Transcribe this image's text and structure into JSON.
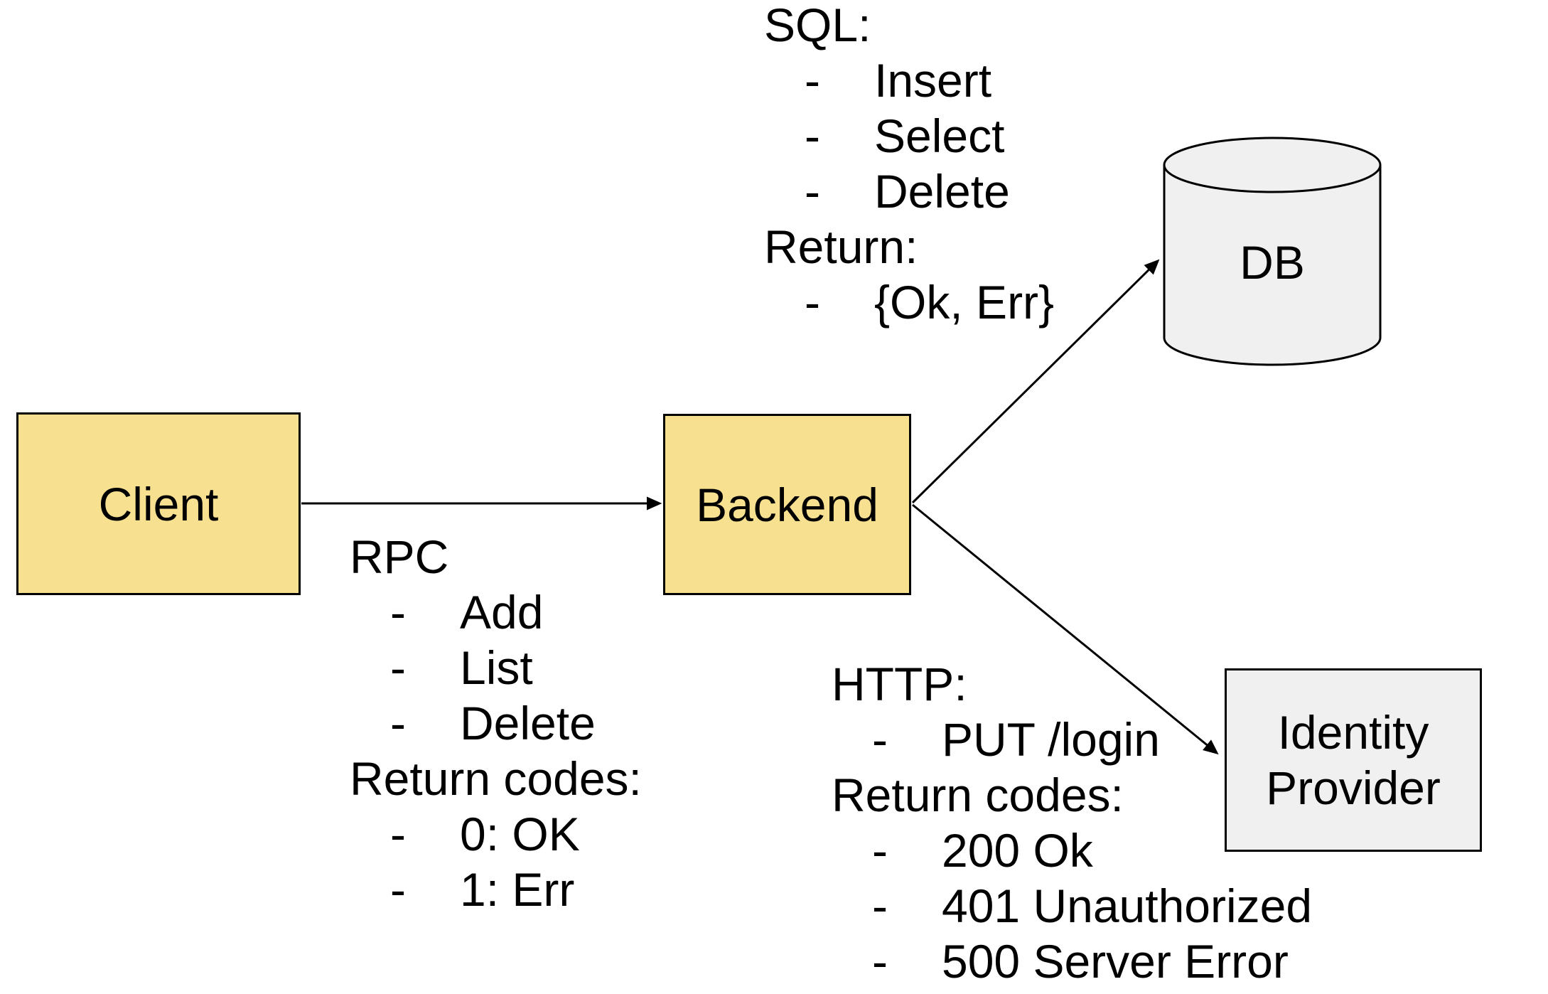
{
  "nodes": {
    "client": {
      "label": "Client",
      "fill": "#F7E08F",
      "shape": "rectangle"
    },
    "backend": {
      "label": "Backend",
      "fill": "#F7E08F",
      "shape": "rectangle"
    },
    "db": {
      "label": "DB",
      "fill": "#F0F0F0",
      "shape": "cylinder"
    },
    "identity_provider": {
      "label": "Identity Provider",
      "fill": "#F0F0F0",
      "shape": "rectangle"
    }
  },
  "edges": [
    {
      "from": "client",
      "to": "backend"
    },
    {
      "from": "backend",
      "to": "db"
    },
    {
      "from": "backend",
      "to": "identity_provider"
    }
  ],
  "annotations": {
    "rpc": {
      "lines": [
        {
          "type": "header",
          "text": "RPC"
        },
        {
          "type": "bullet",
          "dash": "-",
          "text": "Add"
        },
        {
          "type": "bullet",
          "dash": "-",
          "text": "List"
        },
        {
          "type": "bullet",
          "dash": "-",
          "text": "Delete"
        },
        {
          "type": "header",
          "text": "Return codes:"
        },
        {
          "type": "bullet",
          "dash": "-",
          "text": "0: OK"
        },
        {
          "type": "bullet",
          "dash": "-",
          "text": "1: Err"
        }
      ]
    },
    "sql": {
      "lines": [
        {
          "type": "header",
          "text": "SQL:"
        },
        {
          "type": "bullet",
          "dash": "-",
          "text": "Insert"
        },
        {
          "type": "bullet",
          "dash": "-",
          "text": "Select"
        },
        {
          "type": "bullet",
          "dash": "-",
          "text": "Delete"
        },
        {
          "type": "header",
          "text": "Return:"
        },
        {
          "type": "bullet",
          "dash": "-",
          "text": "{Ok, Err}"
        }
      ]
    },
    "http": {
      "lines": [
        {
          "type": "header",
          "text": "HTTP:"
        },
        {
          "type": "bullet",
          "dash": "-",
          "text": "PUT /login"
        },
        {
          "type": "header",
          "text": "Return codes:"
        },
        {
          "type": "bullet",
          "dash": "-",
          "text": "200 Ok"
        },
        {
          "type": "bullet",
          "dash": "-",
          "text": "401 Unauthorized"
        },
        {
          "type": "bullet",
          "dash": "-",
          "text": "500 Server Error"
        }
      ]
    }
  },
  "colors": {
    "background": "#FFFFFF",
    "stroke": "#000000",
    "text": "#000000",
    "node_yellow": "#F7E08F",
    "node_gray": "#F0F0F0"
  }
}
